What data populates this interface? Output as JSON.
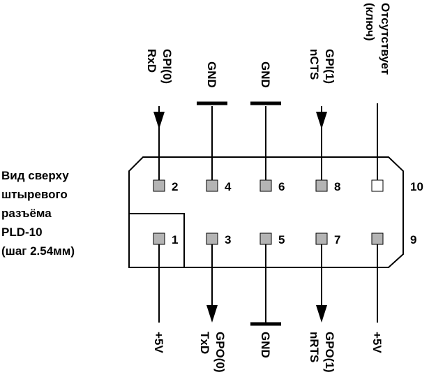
{
  "description": {
    "lines": [
      "Вид сверху",
      "штыревого",
      "разъёма",
      "PLD-10",
      "(шаг 2.54мм)"
    ]
  },
  "connector": {
    "name": "PLD-10",
    "pins": [
      {
        "number": "1",
        "label_lines": [
          "+5V"
        ],
        "side": "bottom",
        "direction": "none",
        "key": false
      },
      {
        "number": "2",
        "label_lines": [
          "GPI(0)",
          "RxD"
        ],
        "side": "top",
        "direction": "input",
        "key": false
      },
      {
        "number": "3",
        "label_lines": [
          "GPO(0)",
          "TxD"
        ],
        "side": "bottom",
        "direction": "output",
        "key": false
      },
      {
        "number": "4",
        "label_lines": [
          "GND"
        ],
        "side": "top",
        "direction": "ground",
        "key": false
      },
      {
        "number": "5",
        "label_lines": [
          "GND"
        ],
        "side": "bottom",
        "direction": "ground",
        "key": false
      },
      {
        "number": "6",
        "label_lines": [
          "GND"
        ],
        "side": "top",
        "direction": "ground",
        "key": false
      },
      {
        "number": "7",
        "label_lines": [
          "GPO(1)",
          "nRTS"
        ],
        "side": "bottom",
        "direction": "output",
        "key": false
      },
      {
        "number": "8",
        "label_lines": [
          "GPI(1)",
          "nCTS"
        ],
        "side": "top",
        "direction": "input",
        "key": false
      },
      {
        "number": "9",
        "label_lines": [
          "+5V"
        ],
        "side": "bottom",
        "direction": "none",
        "key": false
      },
      {
        "number": "10",
        "label_lines": [
          "Отсутствует",
          "(ключ)"
        ],
        "side": "top",
        "direction": "none",
        "key": true
      }
    ]
  },
  "colors": {
    "pin_fill": "#b4b4b4",
    "key_fill": "#ffffff",
    "line": "#000000"
  }
}
